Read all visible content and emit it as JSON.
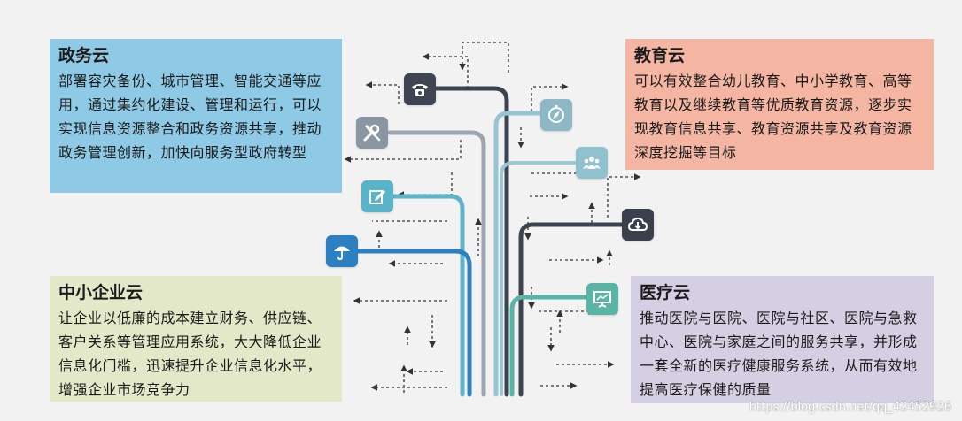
{
  "panels": {
    "gov": {
      "title": "政务云",
      "body": "部署容灾备份、城市管理、智能交通等应用，通过集约化建设、管理和运行，可以实现信息资源整合和政务资源共享，推动政务管理创新，加快向服务型政府转型",
      "color": "#8ec9e6"
    },
    "edu": {
      "title": "教育云",
      "body": "可以有效整合幼儿教育、中小学教育、高等教育以及继续教育等优质教育资源，逐步实现教育信息共享、教育资源共享及教育资源深度挖掘等目标",
      "color": "#f4b6a3"
    },
    "sme": {
      "title": "中小企业云",
      "body": "让企业以低廉的成本建立财务、供应链、客户关系等管理应用系统，大大降低企业信息化门槛，迅速提升企业信息化水平，增强企业市场竞争力",
      "color": "#e3e8c8"
    },
    "med": {
      "title": "医疗云",
      "body": "推动医院与医院、医院与社区、医院与急救中心、医院与家庭之间的服务共享，并形成一套全新的医疗健康服务系统，从而有效地提高医疗保健的质量",
      "color": "#d4cfe3"
    }
  },
  "icons": {
    "phone": {
      "bg": "#3e4451",
      "name": "phone-icon"
    },
    "tools": {
      "bg": "#8a96a2",
      "name": "tools-icon"
    },
    "edit": {
      "bg": "#5ab4c8",
      "name": "edit-icon"
    },
    "umbrella": {
      "bg": "#2c7fc0",
      "name": "umbrella-icon"
    },
    "compass": {
      "bg": "#8fb8c6",
      "name": "compass-icon"
    },
    "users": {
      "bg": "#8fc1cf",
      "name": "users-icon"
    },
    "cloud": {
      "bg": "#3a404d",
      "name": "cloud-download-icon"
    },
    "presentation": {
      "bg": "#5ab4a6",
      "name": "presentation-icon"
    }
  },
  "colors": {
    "arrow": "#333333",
    "line_dark": "#3c4350",
    "line_gray": "#9ba6b0",
    "line_light": "#95c4d3",
    "line_mid": "#61b3c8",
    "line_blue": "#2d80c2",
    "line_teal": "#5ab4a6"
  },
  "watermark": "https://blog.csdn.net/qq_42452926"
}
